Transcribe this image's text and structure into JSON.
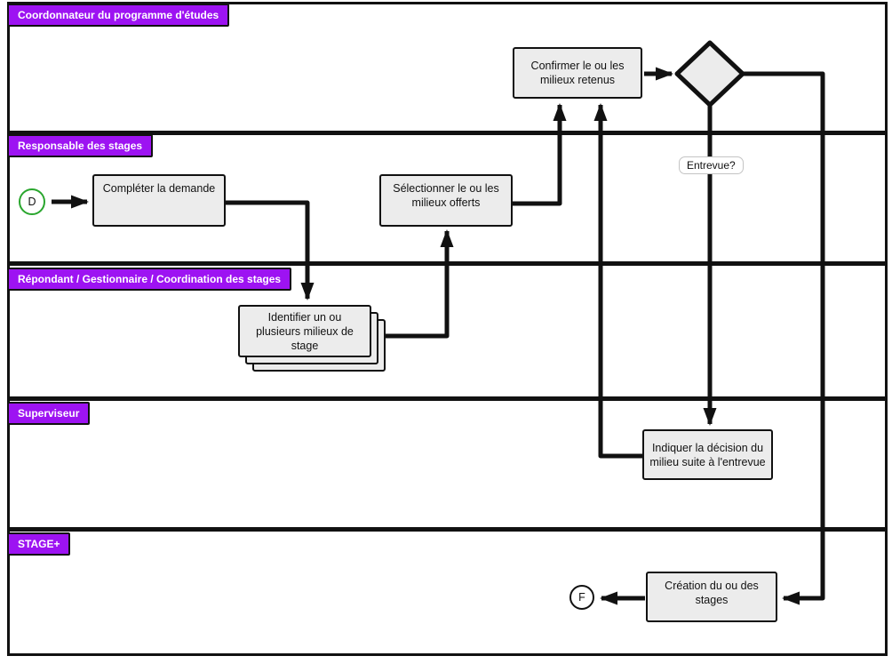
{
  "lanes": [
    {
      "label": "Coordonnateur du programme d'études"
    },
    {
      "label": "Responsable des stages"
    },
    {
      "label": "Répondant / Gestionnaire / Coordination des stages"
    },
    {
      "label": "Superviseur"
    },
    {
      "label": "STAGE+"
    }
  ],
  "nodes": {
    "start": {
      "label": "D"
    },
    "complete": {
      "label": "Compléter la demande"
    },
    "identify": {
      "label": "Identifier un ou plusieurs milieux de stage"
    },
    "select": {
      "label": "Sélectionner le ou les milieux offerts"
    },
    "confirm": {
      "label": "Confirmer le ou les milieux retenus"
    },
    "interview_question": {
      "label": "Entrevue?"
    },
    "indicate": {
      "label": "Indiquer la décision du milieu suite à l'entrevue"
    },
    "creation": {
      "label": "Création du ou des stages"
    },
    "end": {
      "label": "F"
    }
  },
  "colors": {
    "lane_label_bg": "#9d13f2",
    "node_fill": "#ececec",
    "line": "#111111",
    "start_circle_border": "#2aa62e"
  }
}
